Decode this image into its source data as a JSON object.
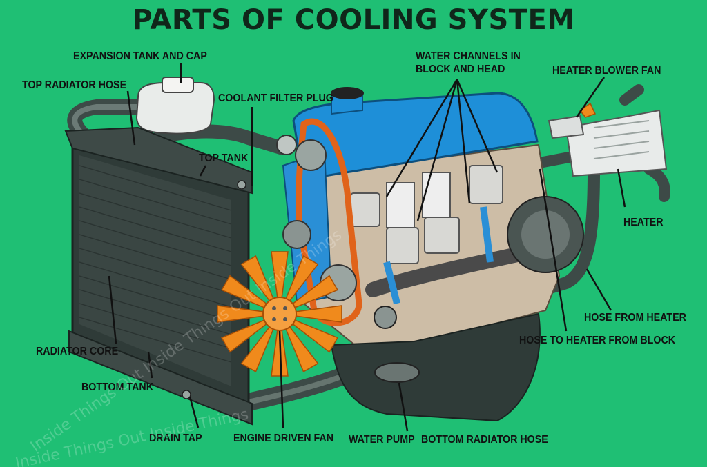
{
  "title": "PARTS OF COOLING SYSTEM",
  "labels": {
    "expansion_tank": "EXPANSION TANK AND CAP",
    "top_radiator_hose": "TOP RADIATOR HOSE",
    "coolant_filter_plug": "COOLANT FILTER PLUG",
    "water_channels": "WATER CHANNELS IN\nBLOCK AND HEAD",
    "heater_blower_fan": "HEATER BLOWER FAN",
    "top_tank": "TOP TANK",
    "heater": "HEATER",
    "hose_from_heater": "HOSE FROM HEATER",
    "hose_to_heater": "HOSE TO HEATER FROM BLOCK",
    "radiator_core": "RADIATOR CORE",
    "bottom_tank": "BOTTOM TANK",
    "drain_tap": "DRAIN TAP",
    "engine_driven_fan": "ENGINE DRIVEN FAN",
    "water_pump": "WATER PUMP",
    "bottom_radiator_hose": "BOTTOM RADIATOR HOSE"
  },
  "watermark": [
    "Inside Things Out Inside Things Out Inside Things",
    "Inside Things Out Inside Things"
  ],
  "colors": {
    "background": "#1fbf74",
    "radiator": "#2f3b38",
    "engine_head": "#1e8fd8",
    "belt": "#e0631a",
    "fan": "#f08a1c",
    "hose": "#3d4a47"
  }
}
